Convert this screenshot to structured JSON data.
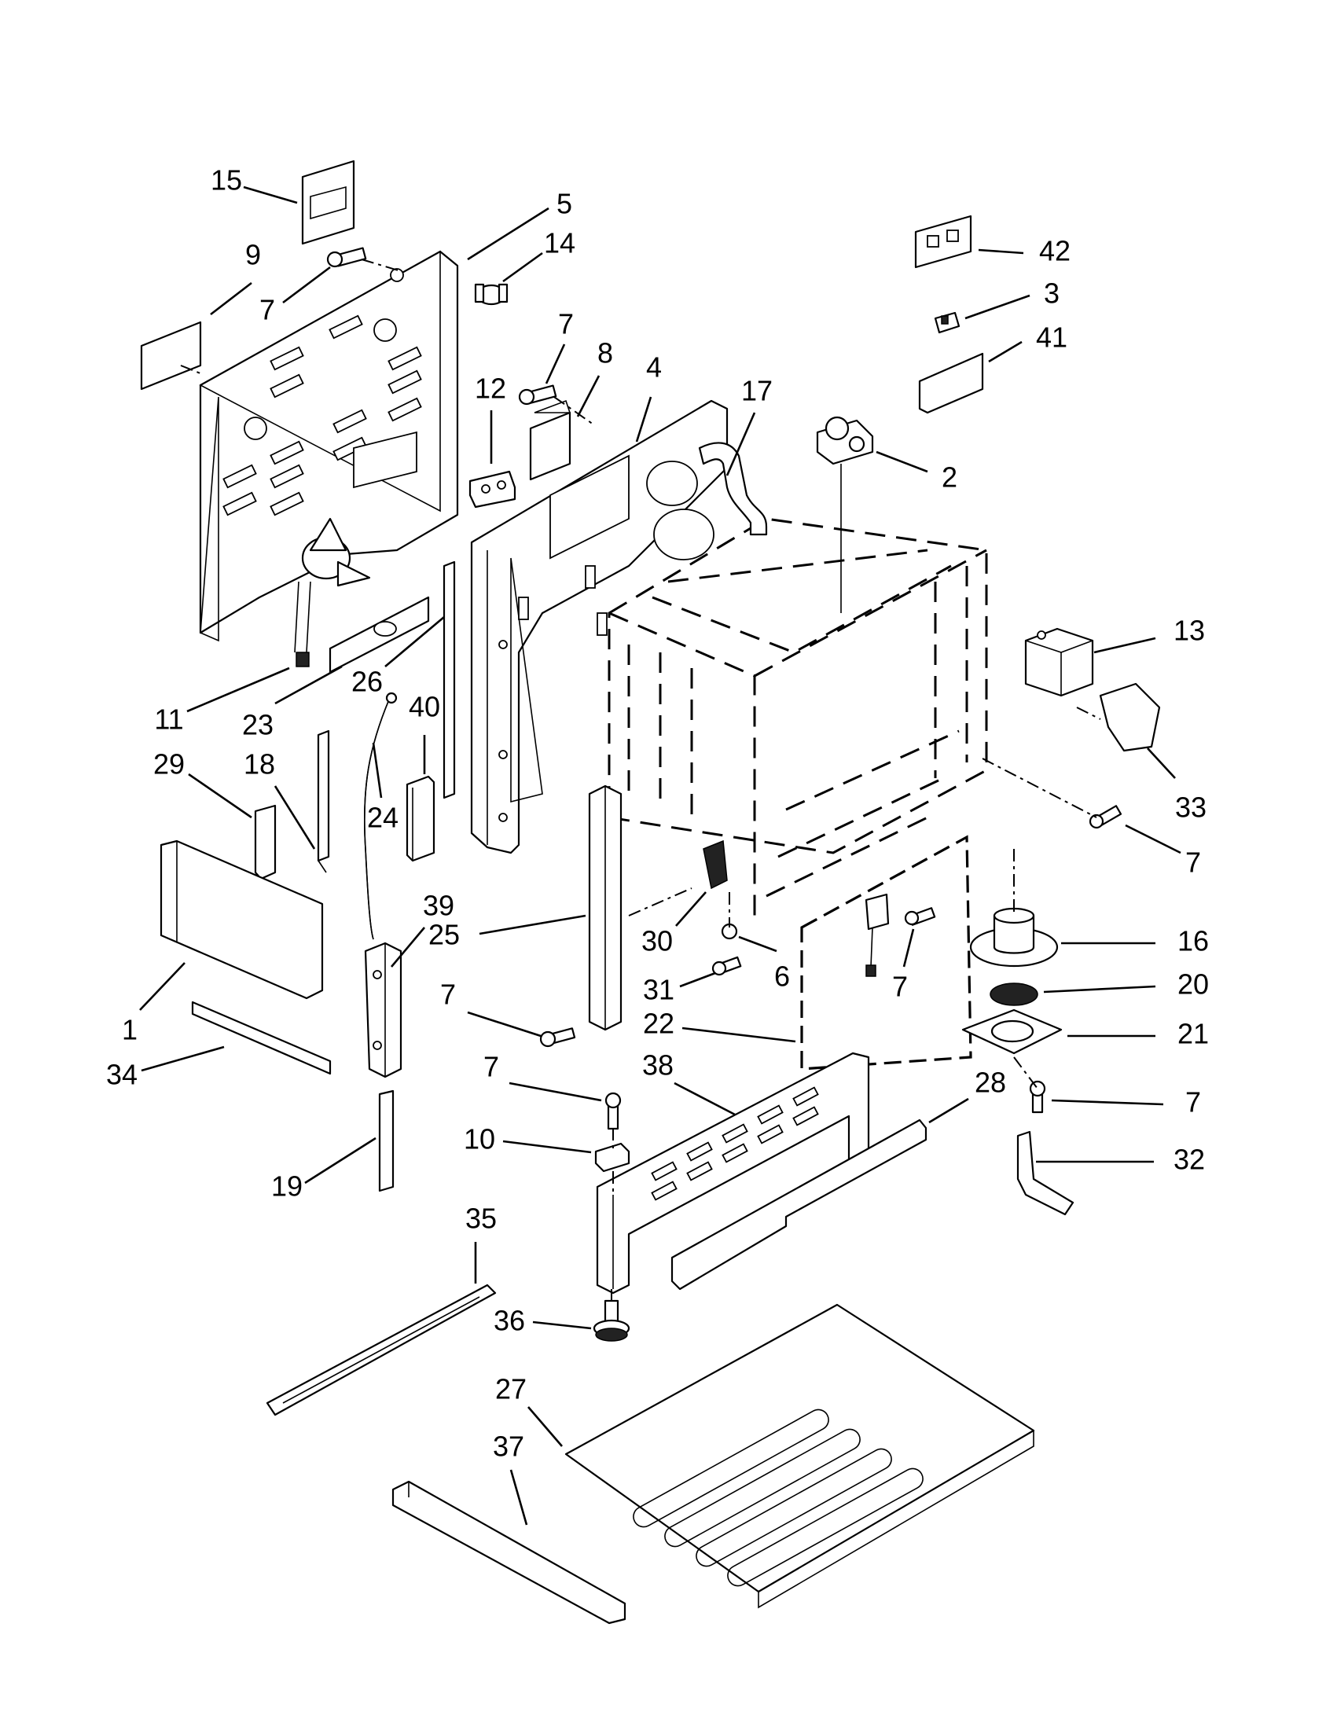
{
  "colors": {
    "line": "#000000",
    "background": "#ffffff"
  },
  "callouts": [
    {
      "id": "c-15",
      "text": "15"
    },
    {
      "id": "c-5",
      "text": "5"
    },
    {
      "id": "c-14",
      "text": "14"
    },
    {
      "id": "c-9",
      "text": "9"
    },
    {
      "id": "c-7a",
      "text": "7"
    },
    {
      "id": "c-7b",
      "text": "7"
    },
    {
      "id": "c-8",
      "text": "8"
    },
    {
      "id": "c-4",
      "text": "4"
    },
    {
      "id": "c-12",
      "text": "12"
    },
    {
      "id": "c-17",
      "text": "17"
    },
    {
      "id": "c-42",
      "text": "42"
    },
    {
      "id": "c-3",
      "text": "3"
    },
    {
      "id": "c-41",
      "text": "41"
    },
    {
      "id": "c-2",
      "text": "2"
    },
    {
      "id": "c-13",
      "text": "13"
    },
    {
      "id": "c-11",
      "text": "11"
    },
    {
      "id": "c-23",
      "text": "23"
    },
    {
      "id": "c-26",
      "text": "26"
    },
    {
      "id": "c-40",
      "text": "40"
    },
    {
      "id": "c-29",
      "text": "29"
    },
    {
      "id": "c-18",
      "text": "18"
    },
    {
      "id": "c-24",
      "text": "24"
    },
    {
      "id": "c-33",
      "text": "33"
    },
    {
      "id": "c-7c",
      "text": "7"
    },
    {
      "id": "c-39",
      "text": "39"
    },
    {
      "id": "c-25",
      "text": "25"
    },
    {
      "id": "c-30",
      "text": "30"
    },
    {
      "id": "c-6",
      "text": "6"
    },
    {
      "id": "c-16",
      "text": "16"
    },
    {
      "id": "c-1",
      "text": "1"
    },
    {
      "id": "c-31",
      "text": "31"
    },
    {
      "id": "c-7d",
      "text": "7"
    },
    {
      "id": "c-20",
      "text": "20"
    },
    {
      "id": "c-7e",
      "text": "7"
    },
    {
      "id": "c-22",
      "text": "22"
    },
    {
      "id": "c-21",
      "text": "21"
    },
    {
      "id": "c-34",
      "text": "34"
    },
    {
      "id": "c-7f",
      "text": "7"
    },
    {
      "id": "c-38",
      "text": "38"
    },
    {
      "id": "c-28",
      "text": "28"
    },
    {
      "id": "c-7g",
      "text": "7"
    },
    {
      "id": "c-10",
      "text": "10"
    },
    {
      "id": "c-32",
      "text": "32"
    },
    {
      "id": "c-19",
      "text": "19"
    },
    {
      "id": "c-35",
      "text": "35"
    },
    {
      "id": "c-36",
      "text": "36"
    },
    {
      "id": "c-27",
      "text": "27"
    },
    {
      "id": "c-37",
      "text": "37"
    }
  ]
}
